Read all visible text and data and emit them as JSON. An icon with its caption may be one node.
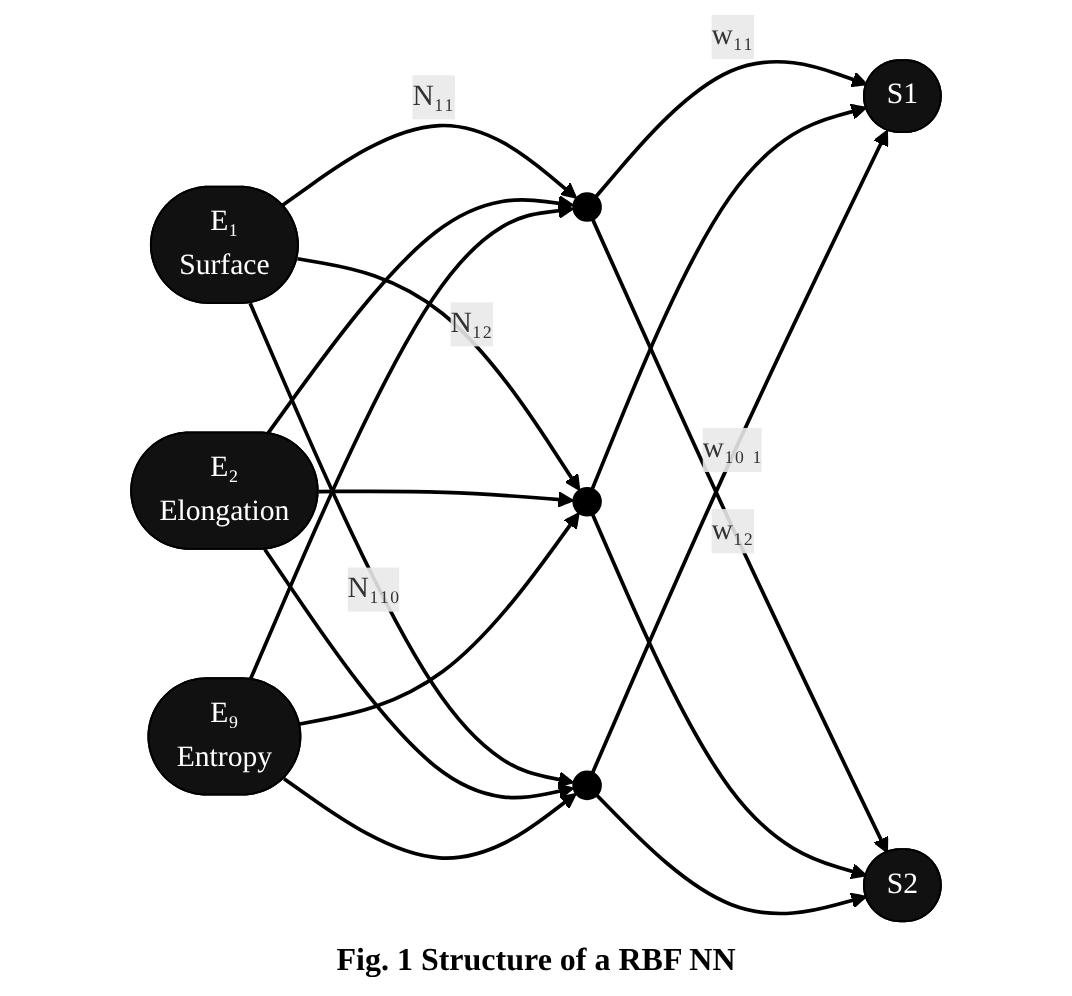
{
  "diagram": {
    "caption": "Fig. 1 Structure of a RBF NN",
    "nodes": [
      {
        "text": [
          "E₁",
          "Surface"
        ]
      },
      {
        "text": [
          "E₂",
          "Elongation"
        ]
      },
      {
        "text": [
          "E₉",
          "Entropy"
        ]
      },
      {
        "text": [],
        "shape": "circle"
      },
      {
        "text": [],
        "shape": "circle"
      },
      {
        "text": [],
        "shape": "circle"
      },
      {
        "text": [
          "S1"
        ]
      },
      {
        "text": [
          "S2"
        ]
      }
    ],
    "edges": [
      {
        "from": 0,
        "to": 3,
        "arrow": "to",
        "label": "N₁₁"
      },
      {
        "from": 0,
        "to": 4,
        "arrow": "to",
        "label": "N₁₂"
      },
      {
        "from": 0,
        "to": 5,
        "arrow": "to",
        "label": "N₁₁₀"
      },
      {
        "from": 1,
        "to": 3,
        "arrow": "to"
      },
      {
        "from": 1,
        "to": 4,
        "arrow": "to"
      },
      {
        "from": 1,
        "to": 5,
        "arrow": "to"
      },
      {
        "from": 2,
        "to": 3,
        "arrow": "to"
      },
      {
        "from": 2,
        "to": 4,
        "arrow": "to"
      },
      {
        "from": 2,
        "to": 5,
        "arrow": "to"
      },
      {
        "from": 3,
        "to": 6,
        "arrow": "to",
        "label": "w₁₁"
      },
      {
        "from": 3,
        "to": 7,
        "arrow": "to",
        "label": "w₁₂"
      },
      {
        "from": 4,
        "to": 6,
        "arrow": "to"
      },
      {
        "from": 4,
        "to": 7,
        "arrow": "to"
      },
      {
        "from": 5,
        "to": 6,
        "arrow": "to",
        "label": "w₁₀ ₁"
      },
      {
        "from": 5,
        "to": 7,
        "arrow": "to"
      }
    ]
  }
}
